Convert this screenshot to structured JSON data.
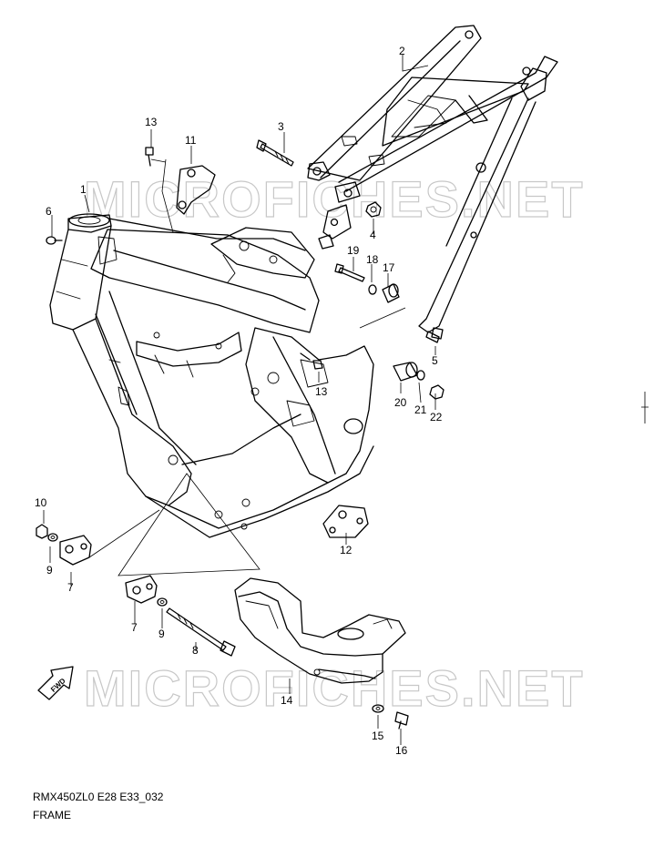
{
  "diagram": {
    "watermark": "MICROFICHES.NET",
    "fwd_mark": "FWD",
    "callouts": [
      "1",
      "2",
      "3",
      "4",
      "5",
      "6",
      "7",
      "8",
      "9",
      "10",
      "11",
      "12",
      "13",
      "14",
      "15",
      "16",
      "17",
      "18",
      "19",
      "20",
      "21",
      "22"
    ]
  },
  "footer": {
    "code": "RMX450ZL0 E28 E33_032",
    "title": "FRAME"
  }
}
